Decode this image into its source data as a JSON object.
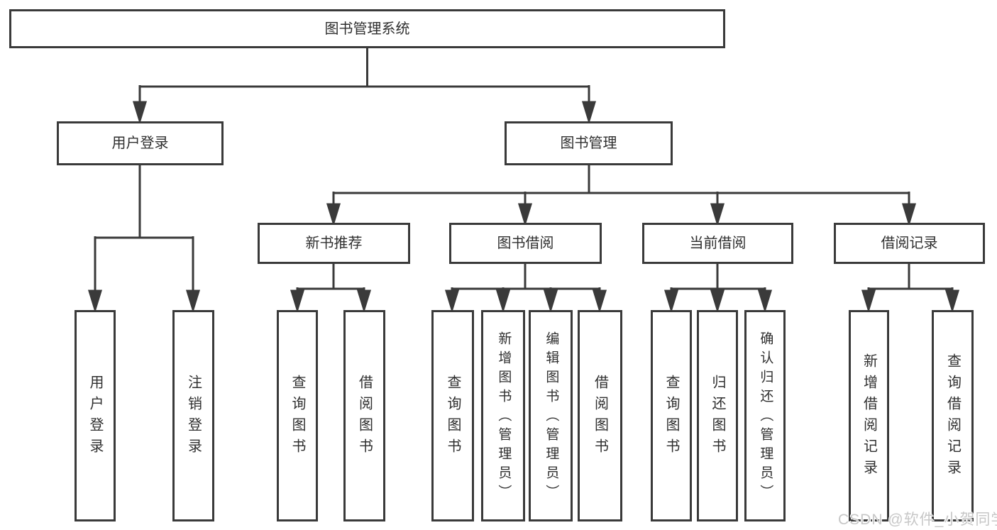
{
  "nodes": {
    "root": "图书管理系统",
    "user_login": "用户登录",
    "book_management": "图书管理",
    "new_book_recommend": "新书推荐",
    "book_borrowing": "图书借阅",
    "current_borrowing": "当前借阅",
    "borrowing_records": "借阅记录",
    "leaf_user_login": "用户登录",
    "leaf_logout": "注销登录",
    "leaf_rec_query_books": "查询图书",
    "leaf_rec_borrow_books": "借阅图书",
    "leaf_bb_query_books": "查询图书",
    "leaf_bb_add_books": "新增图书（管理员）",
    "leaf_bb_edit_books": "编辑图书（管理员）",
    "leaf_bb_borrow_books": "借阅图书",
    "leaf_cb_query_books": "查询图书",
    "leaf_cb_return_books": "归还图书",
    "leaf_cb_confirm_return": "确认归还（管理员）",
    "leaf_br_add_record": "新增借阅记录",
    "leaf_br_query_record": "查询借阅记录"
  },
  "watermark": "CSDN @软件_小贺同学",
  "colors": {
    "line": "#3a3a3a",
    "text": "#2f2f2f",
    "background": "#ffffff",
    "watermark": "#c7c7c7"
  }
}
